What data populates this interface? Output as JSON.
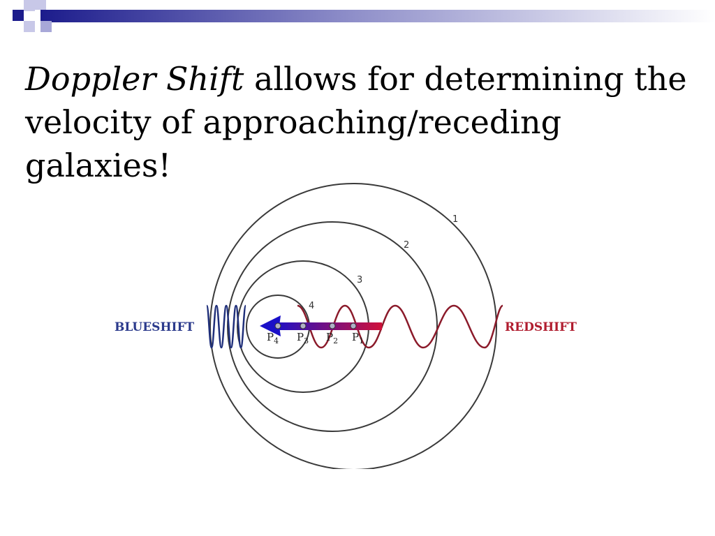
{
  "slide": {
    "title_italic": "Doppler Shift",
    "title_rest": " allows for determining the velocity of approaching/receding galaxies!"
  },
  "diagram": {
    "left_label": "BLUESHIFT",
    "right_label": "REDSHIFT",
    "wavefront_numbers": [
      "1",
      "2",
      "3",
      "4"
    ],
    "points": [
      {
        "label": "P",
        "sub": "4"
      },
      {
        "label": "P",
        "sub": "3"
      },
      {
        "label": "P",
        "sub": "2"
      },
      {
        "label": "P",
        "sub": "1"
      }
    ],
    "colors": {
      "blue_wave": "#1f2f7a",
      "red_wave": "#8b1a2a",
      "blueshift_label": "#2b3a8c",
      "redshift_label": "#b01c2e",
      "arrow_start": "#d0103a",
      "arrow_end": "#1a10c8",
      "circle_stroke": "#3a3a3a"
    }
  },
  "theme": {
    "accent_dark": "#1c1c8c",
    "accent_light": "#c8c8e8"
  }
}
